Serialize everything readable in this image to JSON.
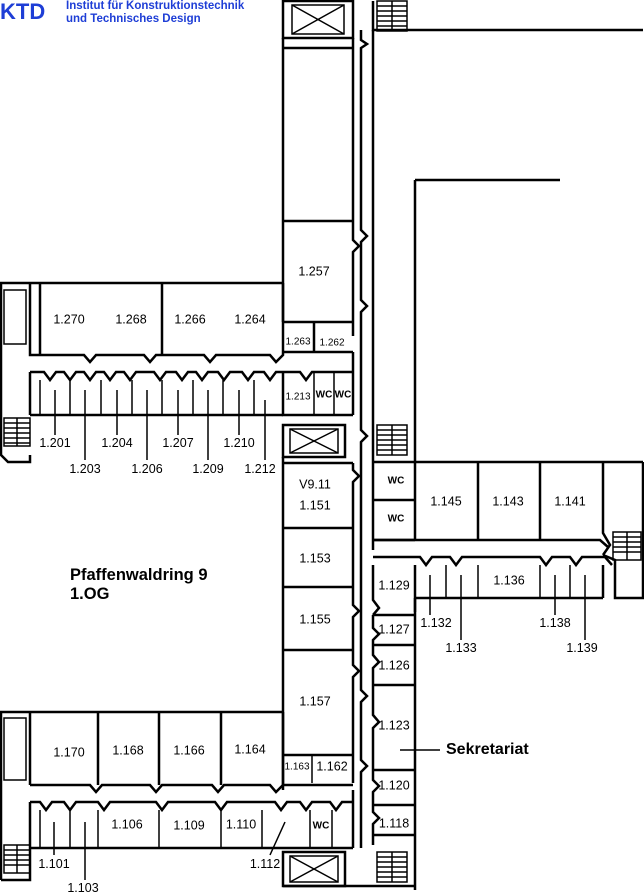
{
  "header": {
    "logo_abbrev": "KTD",
    "institute_line1": "Institut für Konstruktionstechnik",
    "institute_line2": "und Technisches Design"
  },
  "building": {
    "name": "Pfaffenwaldring 9",
    "floor": "1.OG"
  },
  "office_label": "Sekretariat",
  "colors": {
    "logo_blue": "#1e3ed6",
    "walls": "#000000",
    "background": "#ffffff"
  },
  "rooms": {
    "r1257": "1.257",
    "r1263": "1.263",
    "r1262": "1.262",
    "r1270": "1.270",
    "r1268": "1.268",
    "r1266": "1.266",
    "r1264": "1.264",
    "r1213": "1.213",
    "wc_a": "WC",
    "wc_b": "WC",
    "r1201": "1.201",
    "r1203": "1.203",
    "r1204": "1.204",
    "r1206": "1.206",
    "r1207": "1.207",
    "r1209": "1.209",
    "r1210": "1.210",
    "r1212": "1.212",
    "v911": "V9.11",
    "r1151": "1.151",
    "r1153": "1.153",
    "r1155": "1.155",
    "r1157": "1.157",
    "r1163": "1.163",
    "r1162": "1.162",
    "wc_c": "WC",
    "wc_d": "WC",
    "r1145": "1.145",
    "r1143": "1.143",
    "r1141": "1.141",
    "r1129": "1.129",
    "r1136": "1.136",
    "r1132": "1.132",
    "r1133": "1.133",
    "r1138": "1.138",
    "r1139": "1.139",
    "r1127": "1.127",
    "r1126": "1.126",
    "r1123": "1.123",
    "r1120": "1.120",
    "r1118": "1.118",
    "r1170": "1.170",
    "r1168": "1.168",
    "r1166": "1.166",
    "r1164": "1.164",
    "r1106": "1.106",
    "r1109": "1.109",
    "r1110": "1.110",
    "wc_e": "WC",
    "r1101": "1.101",
    "r1103": "1.103",
    "r1112": "1.112"
  }
}
